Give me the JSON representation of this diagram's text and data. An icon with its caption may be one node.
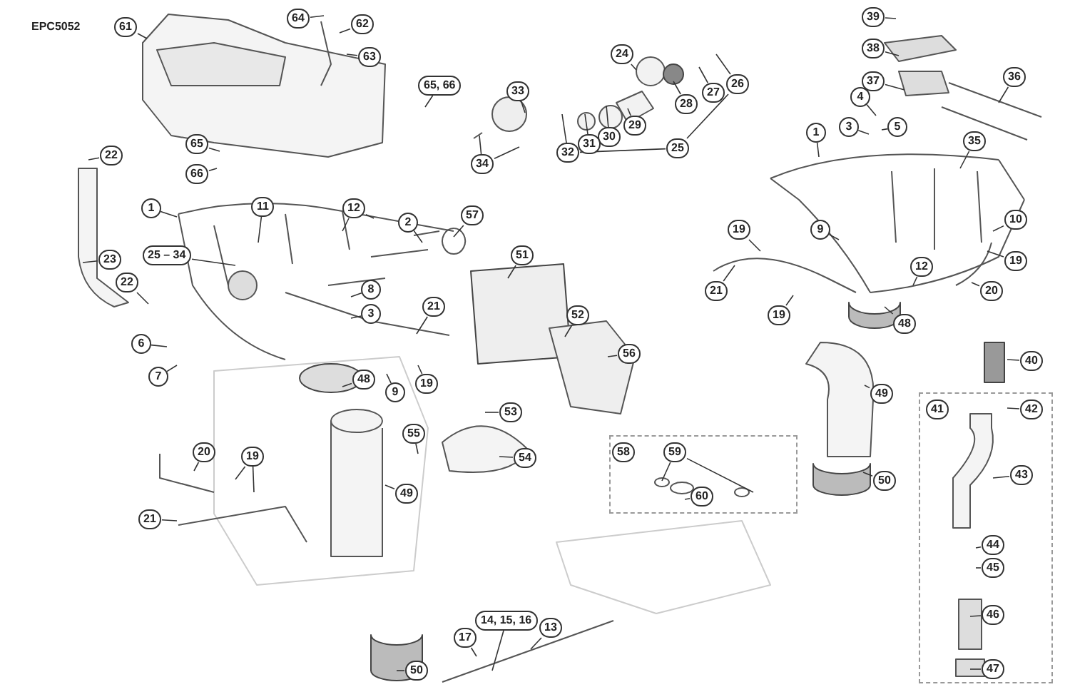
{
  "diagram": {
    "nodes": [
      {
        "text": [
          "61"
        ]
      },
      {
        "text": [
          "64"
        ]
      },
      {
        "text": [
          "62"
        ]
      },
      {
        "text": [
          "39"
        ]
      },
      {
        "text": [
          "24"
        ]
      },
      {
        "text": [
          "63"
        ]
      },
      {
        "text": [
          "38"
        ]
      },
      {
        "text": [
          "37"
        ]
      },
      {
        "text": [
          "65, 66"
        ]
      },
      {
        "text": [
          "26"
        ]
      },
      {
        "text": [
          "33"
        ]
      },
      {
        "text": [
          "27"
        ]
      },
      {
        "text": [
          "36"
        ]
      },
      {
        "text": [
          "4"
        ]
      },
      {
        "text": [
          "28"
        ]
      },
      {
        "text": [
          "29"
        ]
      },
      {
        "text": [
          "3"
        ]
      },
      {
        "text": [
          "5"
        ]
      },
      {
        "text": [
          "1"
        ]
      },
      {
        "text": [
          "30"
        ]
      },
      {
        "text": [
          "35"
        ]
      },
      {
        "text": [
          "65"
        ]
      },
      {
        "text": [
          "31"
        ]
      },
      {
        "text": [
          "25"
        ]
      },
      {
        "text": [
          "32"
        ]
      },
      {
        "text": [
          "22"
        ]
      },
      {
        "text": [
          "34"
        ]
      },
      {
        "text": [
          "66"
        ]
      },
      {
        "text": [
          "11"
        ]
      },
      {
        "text": [
          "1"
        ]
      },
      {
        "text": [
          "12"
        ]
      },
      {
        "text": [
          "57"
        ]
      },
      {
        "text": [
          "10"
        ]
      },
      {
        "text": [
          "2"
        ]
      },
      {
        "text": [
          "9"
        ]
      },
      {
        "text": [
          "19"
        ]
      },
      {
        "text": [
          "25 – 34"
        ]
      },
      {
        "text": [
          "51"
        ]
      },
      {
        "text": [
          "23"
        ]
      },
      {
        "text": [
          "19"
        ]
      },
      {
        "text": [
          "12"
        ]
      },
      {
        "text": [
          "22"
        ]
      },
      {
        "text": [
          "8"
        ]
      },
      {
        "text": [
          "21"
        ]
      },
      {
        "text": [
          "20"
        ]
      },
      {
        "text": [
          "21"
        ]
      },
      {
        "text": [
          "3"
        ]
      },
      {
        "text": [
          "19"
        ]
      },
      {
        "text": [
          "52"
        ]
      },
      {
        "text": [
          "48"
        ]
      },
      {
        "text": [
          "6"
        ]
      },
      {
        "text": [
          "56"
        ]
      },
      {
        "text": [
          "40"
        ]
      },
      {
        "text": [
          "7"
        ]
      },
      {
        "text": [
          "48"
        ]
      },
      {
        "text": [
          "19"
        ]
      },
      {
        "text": [
          "9"
        ]
      },
      {
        "text": [
          "49"
        ]
      },
      {
        "text": [],
        "shape": "box"
      },
      {
        "text": [
          "41"
        ],
        "in": 58
      },
      {
        "text": [
          "42"
        ],
        "in": 58
      },
      {
        "text": [
          "53"
        ]
      },
      {
        "text": [
          "55"
        ]
      },
      {
        "text": [],
        "shape": "box"
      },
      {
        "text": [
          "58"
        ],
        "in": 63
      },
      {
        "text": [
          "59"
        ],
        "in": 63
      },
      {
        "text": [
          "20"
        ]
      },
      {
        "text": [
          "19"
        ]
      },
      {
        "text": [
          "54"
        ]
      },
      {
        "text": [
          "43"
        ],
        "in": 58
      },
      {
        "text": [
          "50"
        ]
      },
      {
        "text": [
          "49"
        ]
      },
      {
        "text": [
          "60"
        ],
        "in": 63
      },
      {
        "text": [
          "21"
        ]
      },
      {
        "text": [
          "44"
        ],
        "in": 58
      },
      {
        "text": [
          "45"
        ],
        "in": 58
      },
      {
        "text": [
          "46"
        ],
        "in": 58
      },
      {
        "text": [
          "14, 15, 16"
        ]
      },
      {
        "text": [
          "13"
        ]
      },
      {
        "text": [
          "17"
        ]
      },
      {
        "text": [
          "47"
        ],
        "in": 58
      },
      {
        "text": [
          "50"
        ]
      }
    ],
    "edges": [
      {
        "from": 0,
        "to": null,
        "arrow": "none"
      },
      {
        "from": 1,
        "to": null,
        "arrow": "none"
      },
      {
        "from": 2,
        "to": null,
        "arrow": "none"
      },
      {
        "from": 3,
        "to": null,
        "arrow": "none"
      },
      {
        "from": 4,
        "to": null,
        "arrow": "none"
      },
      {
        "from": 5,
        "to": null,
        "arrow": "none"
      },
      {
        "from": 6,
        "to": null,
        "arrow": "none"
      },
      {
        "from": 7,
        "to": null,
        "arrow": "none"
      },
      {
        "from": 8,
        "to": null,
        "arrow": "none"
      },
      {
        "from": 9,
        "to": null,
        "arrow": "none"
      },
      {
        "from": 10,
        "to": null,
        "arrow": "none"
      },
      {
        "from": 11,
        "to": null,
        "arrow": "none"
      },
      {
        "from": 12,
        "to": null,
        "arrow": "none"
      },
      {
        "from": 13,
        "to": null,
        "arrow": "none"
      },
      {
        "from": 14,
        "to": null,
        "arrow": "none"
      },
      {
        "from": 15,
        "to": null,
        "arrow": "none"
      },
      {
        "from": 16,
        "to": null,
        "arrow": "none"
      },
      {
        "from": 17,
        "to": null,
        "arrow": "none"
      },
      {
        "from": 18,
        "to": null,
        "arrow": "none"
      },
      {
        "from": 19,
        "to": null,
        "arrow": "none"
      },
      {
        "from": 20,
        "to": null,
        "arrow": "none"
      },
      {
        "from": 21,
        "to": null,
        "arrow": "none"
      },
      {
        "from": 22,
        "to": null,
        "arrow": "none"
      },
      {
        "from": 23,
        "to": 24,
        "arrow": "none"
      },
      {
        "from": 23,
        "to": 9,
        "arrow": "none"
      },
      {
        "from": 24,
        "to": null,
        "arrow": "none"
      },
      {
        "from": 25,
        "to": null,
        "arrow": "none"
      },
      {
        "from": 26,
        "to": null,
        "arrow": "none"
      },
      {
        "from": 26,
        "to": null,
        "arrow": "none"
      },
      {
        "from": 27,
        "to": null,
        "arrow": "none"
      },
      {
        "from": 28,
        "to": null,
        "arrow": "none"
      },
      {
        "from": 29,
        "to": null,
        "arrow": "none"
      },
      {
        "from": 30,
        "to": null,
        "arrow": "none"
      },
      {
        "from": 30,
        "to": null,
        "arrow": "none"
      },
      {
        "from": 31,
        "to": null,
        "arrow": "none"
      },
      {
        "from": 32,
        "to": null,
        "arrow": "none"
      },
      {
        "from": 33,
        "to": null,
        "arrow": "none"
      },
      {
        "from": 34,
        "to": null,
        "arrow": "none"
      },
      {
        "from": 35,
        "to": null,
        "arrow": "none"
      },
      {
        "from": 36,
        "to": null,
        "arrow": "none"
      },
      {
        "from": 37,
        "to": null,
        "arrow": "none"
      },
      {
        "from": 38,
        "to": null,
        "arrow": "none"
      },
      {
        "from": 39,
        "to": null,
        "arrow": "none"
      },
      {
        "from": 40,
        "to": null,
        "arrow": "none"
      },
      {
        "from": 41,
        "to": null,
        "arrow": "none"
      },
      {
        "from": 42,
        "to": null,
        "arrow": "none"
      },
      {
        "from": 43,
        "to": null,
        "arrow": "none"
      },
      {
        "from": 44,
        "to": null,
        "arrow": "none"
      },
      {
        "from": 45,
        "to": null,
        "arrow": "none"
      },
      {
        "from": 46,
        "to": null,
        "arrow": "none"
      },
      {
        "from": 47,
        "to": null,
        "arrow": "none"
      },
      {
        "from": 48,
        "to": null,
        "arrow": "none"
      },
      {
        "from": 49,
        "to": null,
        "arrow": "none"
      },
      {
        "from": 50,
        "to": null,
        "arrow": "none"
      },
      {
        "from": 51,
        "to": null,
        "arrow": "none"
      },
      {
        "from": 52,
        "to": null,
        "arrow": "none"
      },
      {
        "from": 53,
        "to": null,
        "arrow": "none"
      },
      {
        "from": 54,
        "to": null,
        "arrow": "none"
      },
      {
        "from": 55,
        "to": null,
        "arrow": "none"
      },
      {
        "from": 56,
        "to": null,
        "arrow": "none"
      },
      {
        "from": 57,
        "to": null,
        "arrow": "none"
      },
      {
        "from": 60,
        "to": null,
        "arrow": "none"
      },
      {
        "from": 61,
        "to": null,
        "arrow": "none"
      },
      {
        "from": 62,
        "to": null,
        "arrow": "none"
      },
      {
        "from": 65,
        "to": null,
        "arrow": "none"
      },
      {
        "from": 65,
        "to": null,
        "arrow": "none"
      },
      {
        "from": 66,
        "to": null,
        "arrow": "none"
      },
      {
        "from": 67,
        "to": null,
        "arrow": "none"
      },
      {
        "from": 67,
        "to": null,
        "arrow": "none"
      },
      {
        "from": 68,
        "to": null,
        "arrow": "none"
      },
      {
        "from": 69,
        "to": null,
        "arrow": "none"
      },
      {
        "from": 70,
        "to": null,
        "arrow": "none"
      },
      {
        "from": 71,
        "to": null,
        "arrow": "none"
      },
      {
        "from": 72,
        "to": null,
        "arrow": "none"
      },
      {
        "from": 73,
        "to": null,
        "arrow": "none"
      },
      {
        "from": 74,
        "to": null,
        "arrow": "none"
      },
      {
        "from": 75,
        "to": null,
        "arrow": "none"
      },
      {
        "from": 76,
        "to": null,
        "arrow": "none"
      },
      {
        "from": 77,
        "to": null,
        "arrow": "none"
      },
      {
        "from": 78,
        "to": null,
        "arrow": "none"
      },
      {
        "from": 79,
        "to": null,
        "arrow": "none"
      },
      {
        "from": 80,
        "to": null,
        "arrow": "none"
      },
      {
        "from": 81,
        "to": null,
        "arrow": "none"
      }
    ],
    "labels": [
      "EPC5052"
    ]
  }
}
